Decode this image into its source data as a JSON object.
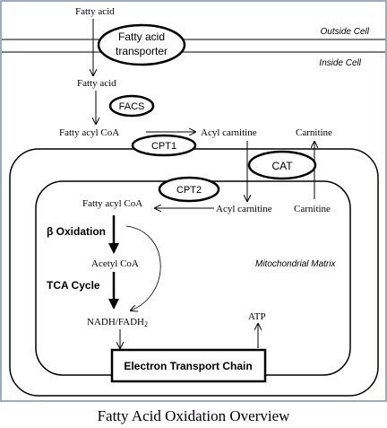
{
  "title": "Fatty Acid Oxidation Overview",
  "regions": {
    "outside_cell": "Outside Cell",
    "inside_cell": "Inside Cell",
    "mitochondrial_matrix": "Mitochondrial Matrix"
  },
  "molecules": {
    "fatty_acid_out": "Fatty acid",
    "fatty_acid_in": "Fatty acid",
    "fatty_acyl_coa_cyto": "Fatty acyl CoA",
    "acyl_carnitine_ims": "Acyl carnitine",
    "carnitine_ims": "Carnitine",
    "fatty_acyl_coa_matrix": "Fatty acyl CoA",
    "acyl_carnitine_matrix": "Acyl carnitine",
    "carnitine_matrix": "Carnitine",
    "acetyl_coa": "Acetyl CoA",
    "nadh_main": "NADH/FADH",
    "nadh_sub": "2",
    "atp": "ATP"
  },
  "enzymes": {
    "transporter_line1": "Fatty acid",
    "transporter_line2": "transporter",
    "facs": "FACS",
    "cpt1": "CPT1",
    "cat": "CAT",
    "cpt2": "CPT2"
  },
  "processes": {
    "beta_oxidation": "β Oxidation",
    "tca_cycle": "TCA Cycle",
    "etc": "Electron Transport Chain"
  },
  "colors": {
    "frame": "#7f8fa6",
    "stroke": "#000000",
    "background": "#ffffff"
  }
}
